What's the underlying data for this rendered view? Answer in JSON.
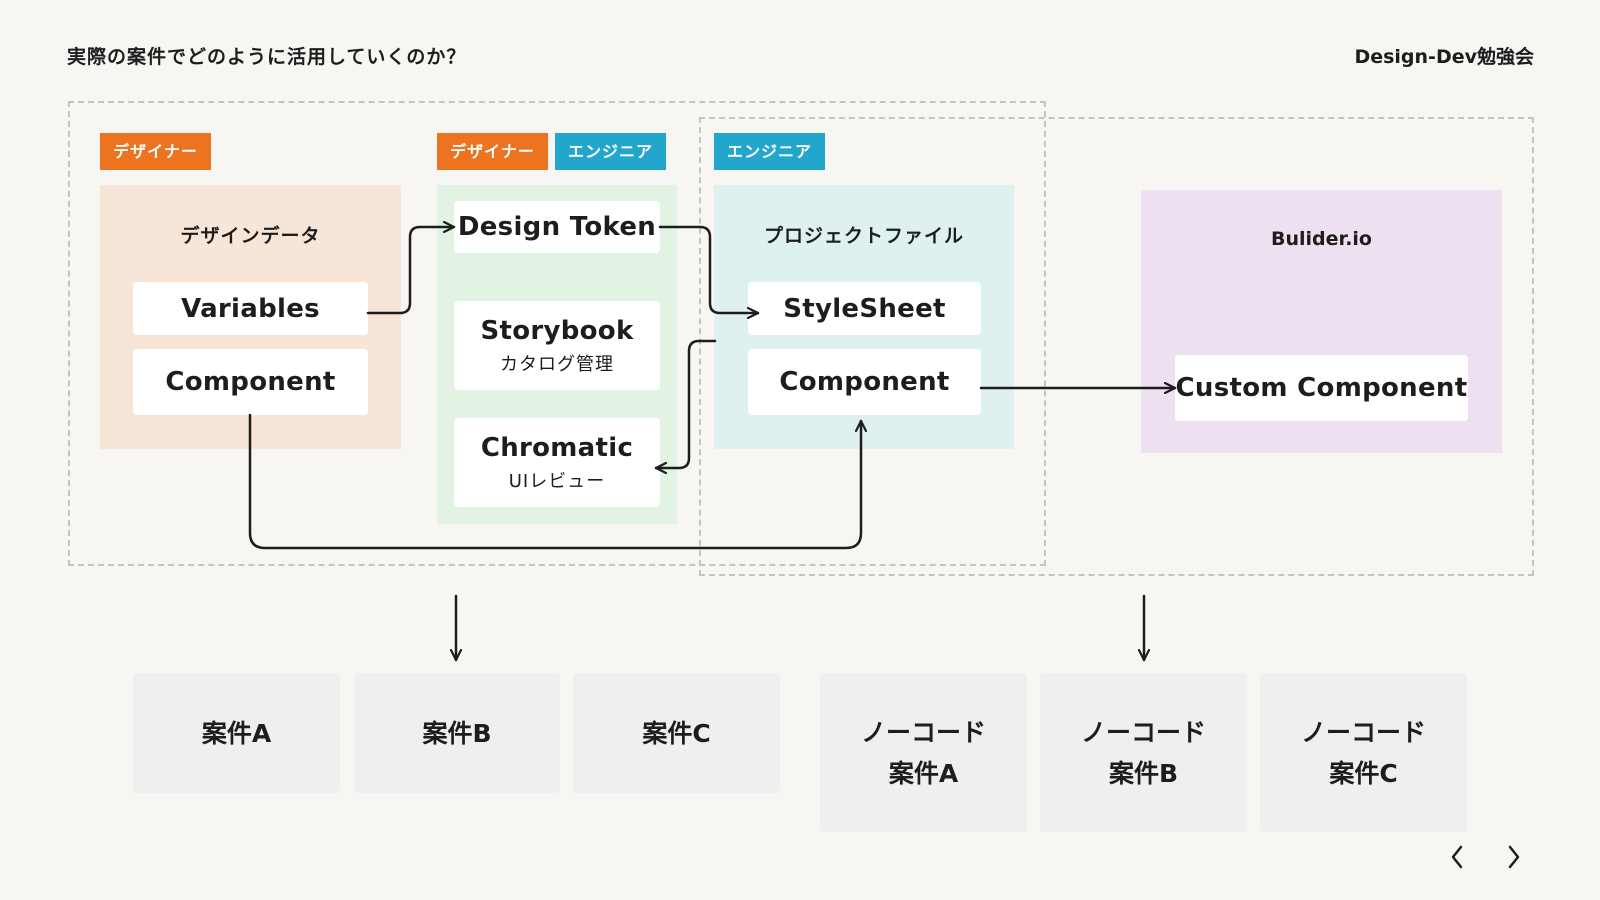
{
  "header": {
    "title": "実際の案件でどのように活用していくのか？",
    "brand": "Design-Dev勉強会"
  },
  "roles": {
    "designer": "デザイナー",
    "engineer": "エンジニア"
  },
  "design_data": {
    "title": "デザインデータ",
    "variables": "Variables",
    "component": "Component"
  },
  "tools": {
    "design_token": "Design Token",
    "storybook": "Storybook",
    "storybook_sub": "カタログ管理",
    "chromatic": "Chromatic",
    "chromatic_sub": "UIレビュー"
  },
  "project": {
    "title": "プロジェクトファイル",
    "stylesheet": "StyleSheet",
    "component": "Component"
  },
  "builder": {
    "title": "Bulider.io",
    "custom_component": "Custom Component"
  },
  "cases": [
    "案件A",
    "案件B",
    "案件C"
  ],
  "nocode_cases": [
    {
      "line1": "ノーコード",
      "line2": "案件A"
    },
    {
      "line1": "ノーコード",
      "line2": "案件B"
    },
    {
      "line1": "ノーコード",
      "line2": "案件C"
    }
  ],
  "colors": {
    "designer": "#ec731f",
    "engineer": "#23a6cb",
    "background": "#f7f6f2"
  },
  "nav": {
    "prev_icon": "chevron-left-icon",
    "next_icon": "chevron-right-icon"
  }
}
